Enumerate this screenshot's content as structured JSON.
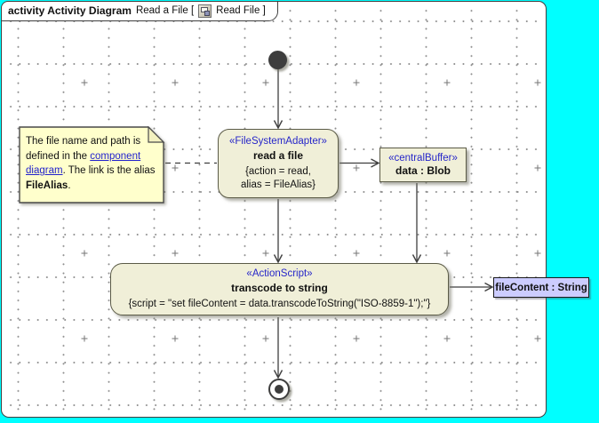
{
  "frame": {
    "title_bold": "activity Activity Diagram",
    "title_mid": "Read a File [",
    "title_end": "Read File ]",
    "icon": "activity-diagram-icon"
  },
  "nodes": {
    "initial": {
      "type": "initial-node"
    },
    "read_file": {
      "stereotype": "«FileSystemAdapter»",
      "name": "read a file",
      "constraint1": "{action = read,",
      "constraint2": "alias = FileAlias}"
    },
    "central_buffer": {
      "stereotype": "«centralBuffer»",
      "name": "data : Blob"
    },
    "transcode": {
      "stereotype": "«ActionScript»",
      "name": "transcode to string",
      "constraint": "{script = \"set fileContent = data.transcodeToString(\"ISO-8859-1\");\"}"
    },
    "output_pin": {
      "label": "fileContent : String"
    },
    "final": {
      "type": "activity-final-node"
    }
  },
  "note": {
    "text_start": "The file name and path is defined in the ",
    "link_text": "component diagram",
    "text_mid": ". The link is the alias ",
    "text_bold": "FileAlias",
    "text_end": "."
  },
  "colors": {
    "canvas_background": "#00ffff",
    "diagram_background": "#ffffff",
    "node_fill": "#f0efd8",
    "node_border": "#5b5b47",
    "stereotype_text": "#2626c9",
    "note_fill": "#ffffcc",
    "link_text": "#2222cc",
    "pin_fill": "#ccccff",
    "edge": "#3f3f3f"
  }
}
